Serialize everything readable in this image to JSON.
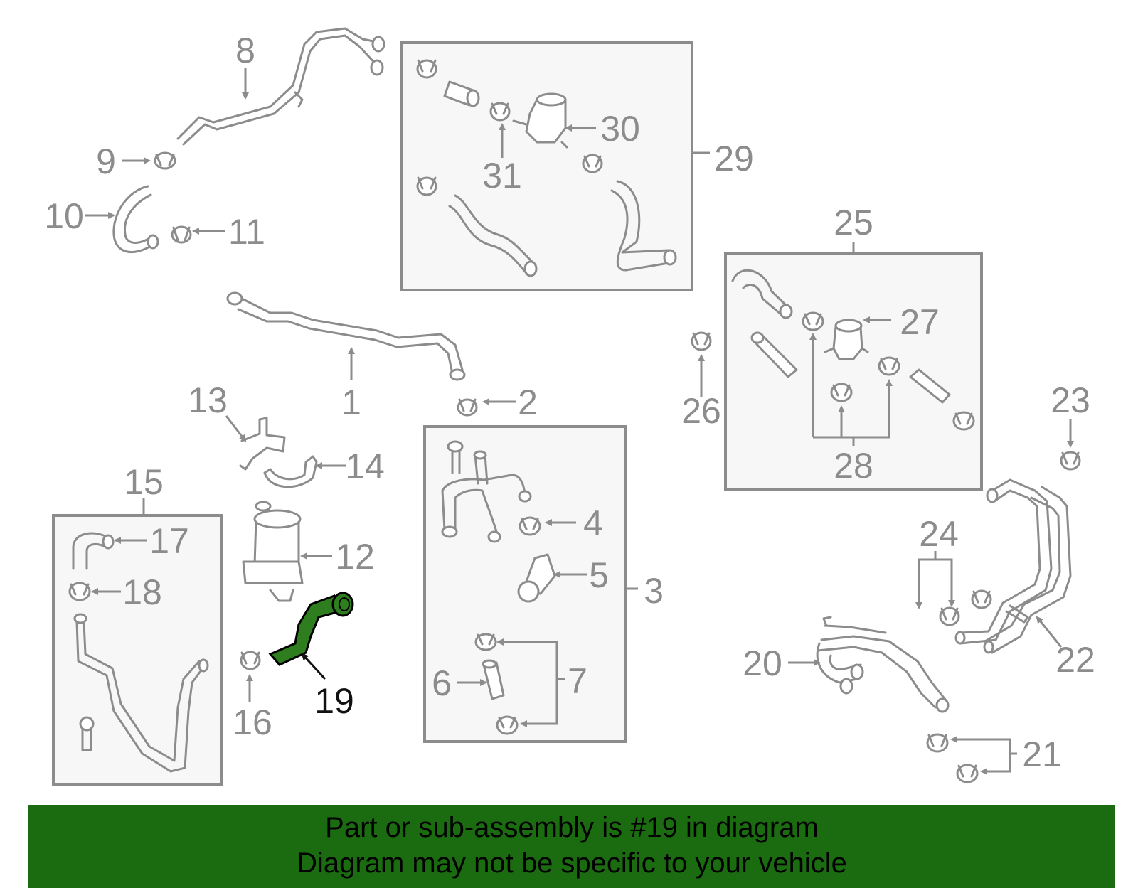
{
  "highlight_color": "#2e7d1e",
  "banner_color": "#1b6b11",
  "part_color": "#8c8c8c",
  "callouts": {
    "c1": "1",
    "c2": "2",
    "c3": "3",
    "c4": "4",
    "c5": "5",
    "c6": "6",
    "c7": "7",
    "c8": "8",
    "c9": "9",
    "c10": "10",
    "c11": "11",
    "c12": "12",
    "c13": "13",
    "c14": "14",
    "c15": "15",
    "c16": "16",
    "c17": "17",
    "c18": "18",
    "c19": "19",
    "c20": "20",
    "c21": "21",
    "c22": "22",
    "c23": "23",
    "c24": "24",
    "c25": "25",
    "c26": "26",
    "c27": "27",
    "c28": "28",
    "c29": "29",
    "c30": "30",
    "c31": "31"
  },
  "highlighted_part": "19",
  "banner": {
    "line1": "Part or sub-assembly is #19 in diagram",
    "line2": "Diagram may not be specific to your vehicle"
  }
}
